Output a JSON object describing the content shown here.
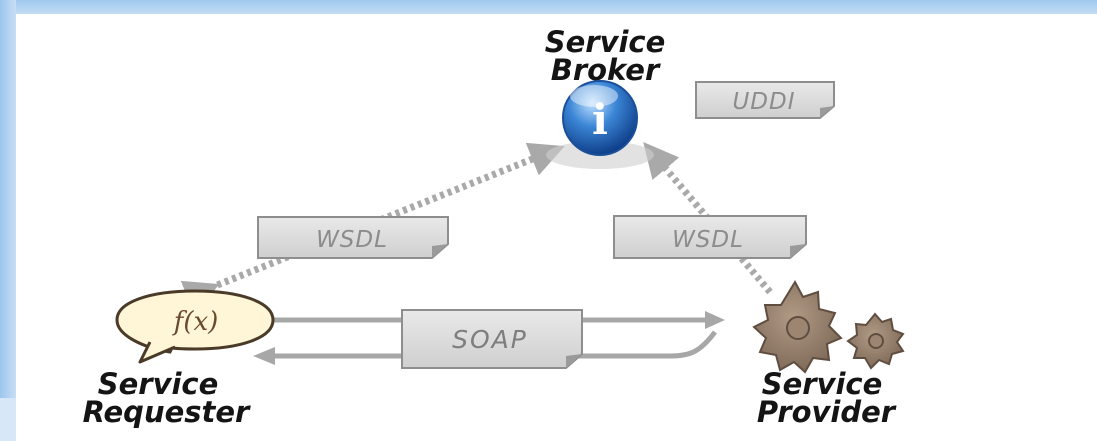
{
  "diagram": {
    "broker": {
      "label_line1": "Service",
      "label_line2": "Broker",
      "icon": "info-icon",
      "icon_glyph": "i"
    },
    "uddi": {
      "label": "UDDI"
    },
    "requester": {
      "label_line1": "Service",
      "label_line2": "Requester",
      "icon": "function-speech-bubble-icon",
      "icon_text": "f(x)"
    },
    "provider": {
      "label_line1": "Service",
      "label_line2": "Provider",
      "icon": "gears-icon"
    },
    "wsdl_left": {
      "label": "WSDL"
    },
    "wsdl_right": {
      "label": "WSDL"
    },
    "soap": {
      "label": "SOAP"
    }
  }
}
